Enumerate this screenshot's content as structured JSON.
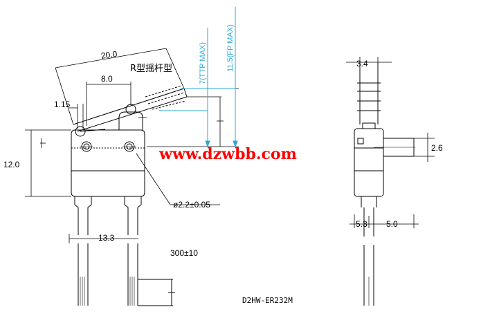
{
  "labels": {
    "lever_length": "20.0",
    "lever_type": "R型摇杆型",
    "actuator_offset": "8.0",
    "lever_thickness": "1.15",
    "body_height": "12.0",
    "hole_diameter": "ø2.2±0.05",
    "pin_pitch": "13.3",
    "lead_length": "300±10",
    "total_travel": "7(TTP MAX)",
    "free_position": "11.5(FP MAX)",
    "side_top_width": "3.4",
    "side_tab_height": "2.6",
    "side_left_width": "5.3",
    "side_right_width": "5.0",
    "model_number": "D2HW-ER232M",
    "watermark": "www.dzwbb.com"
  },
  "colors": {
    "line": "#000000",
    "dimension_accent": "#2aa8d8",
    "watermark": "#ff0000"
  }
}
